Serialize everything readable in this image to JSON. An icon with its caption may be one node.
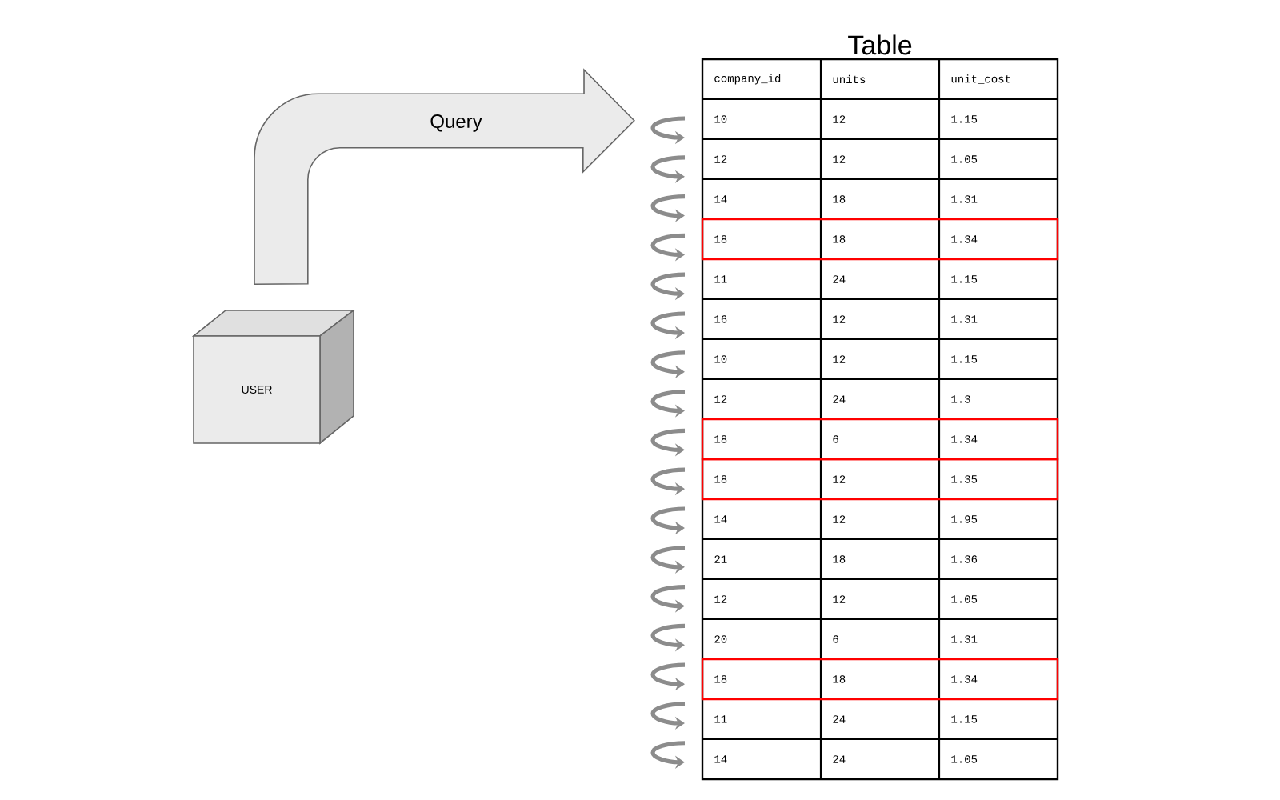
{
  "diagram": {
    "nodes": [
      {
        "text": [
          "USER"
        ]
      },
      {
        "text": [
          "Table"
        ]
      }
    ],
    "edges": [
      {
        "from": 0,
        "to": 1,
        "arrow": "to",
        "label": "Query"
      }
    ],
    "labels": [
      "company_id",
      "units",
      "unit_cost",
      "10",
      "12",
      "1.15",
      "12",
      "12",
      "1.05",
      "14",
      "18",
      "1.31",
      "18",
      "18",
      "1.34",
      "11",
      "24",
      "1.15",
      "16",
      "12",
      "1.31",
      "10",
      "12",
      "1.15",
      "12",
      "24",
      "1.3",
      "18",
      "6",
      "1.34",
      "18",
      "12",
      "1.35",
      "14",
      "12",
      "1.95",
      "21",
      "18",
      "1.36",
      "12",
      "12",
      "1.05",
      "20",
      "6",
      "1.31",
      "18",
      "18",
      "1.34",
      "11",
      "24",
      "1.15",
      "14",
      "24",
      "1.05"
    ]
  }
}
